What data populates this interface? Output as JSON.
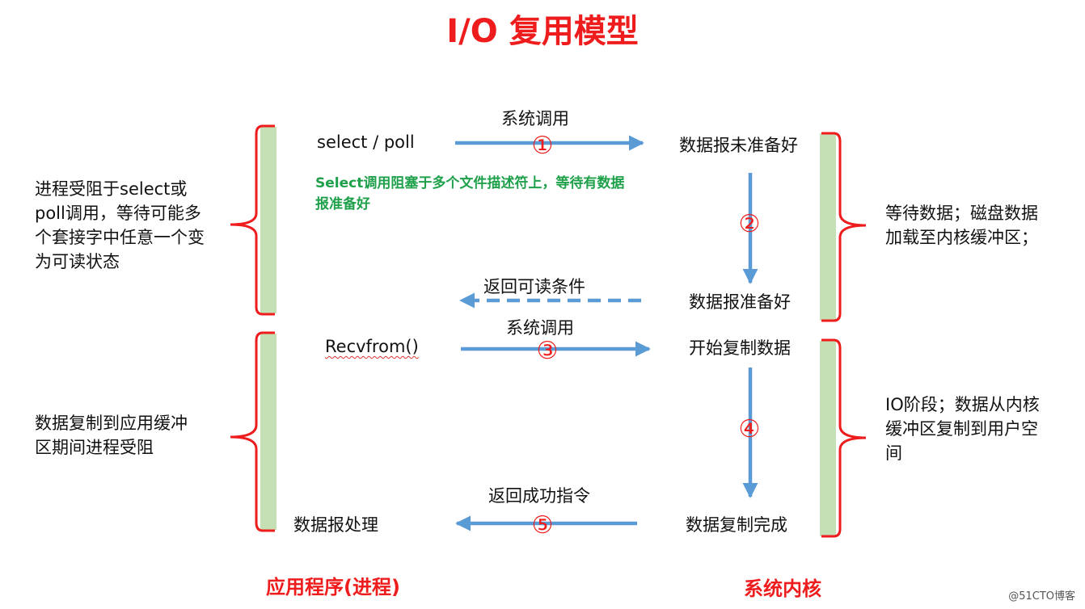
{
  "title": "I/O 复用模型",
  "app": {
    "select_call": "select / poll",
    "select_note": "Select调用阻塞于多个文件描述符上，等待有数据报准备好",
    "recvfrom_call": "Recvfrom()",
    "process_data": "数据报处理"
  },
  "kernel": {
    "not_ready": "数据报未准备好",
    "ready": "数据报准备好",
    "start_copy": "开始复制数据",
    "copy_done": "数据复制完成"
  },
  "arrows": {
    "syscall_1": "系统调用",
    "return_readable": "返回可读条件",
    "syscall_2": "系统调用",
    "return_success": "返回成功指令"
  },
  "steps": {
    "s1": "①",
    "s2": "②",
    "s3": "③",
    "s4": "④",
    "s5": "⑤"
  },
  "left_notes": {
    "blocked_select": "进程受阻于select或poll调用，等待可能多个套接字中任意一个变为可读状态",
    "blocked_copy": "数据复制到应用缓冲区期间进程受阻"
  },
  "right_notes": {
    "wait_data": "等待数据；磁盘数据加载至内核缓冲区；",
    "io_phase": "IO阶段；数据从内核缓冲区复制到用户空间"
  },
  "footer": {
    "app_label": "应用程序(进程)",
    "kernel_label": "系统内核"
  },
  "watermark": "@51CTO博客",
  "colors": {
    "title": "#ee1c1c",
    "arrow": "#5b9bd5",
    "bracket": "#ee1c1c",
    "bar": "#c5e0b4",
    "note_green": "#1fa04a"
  }
}
